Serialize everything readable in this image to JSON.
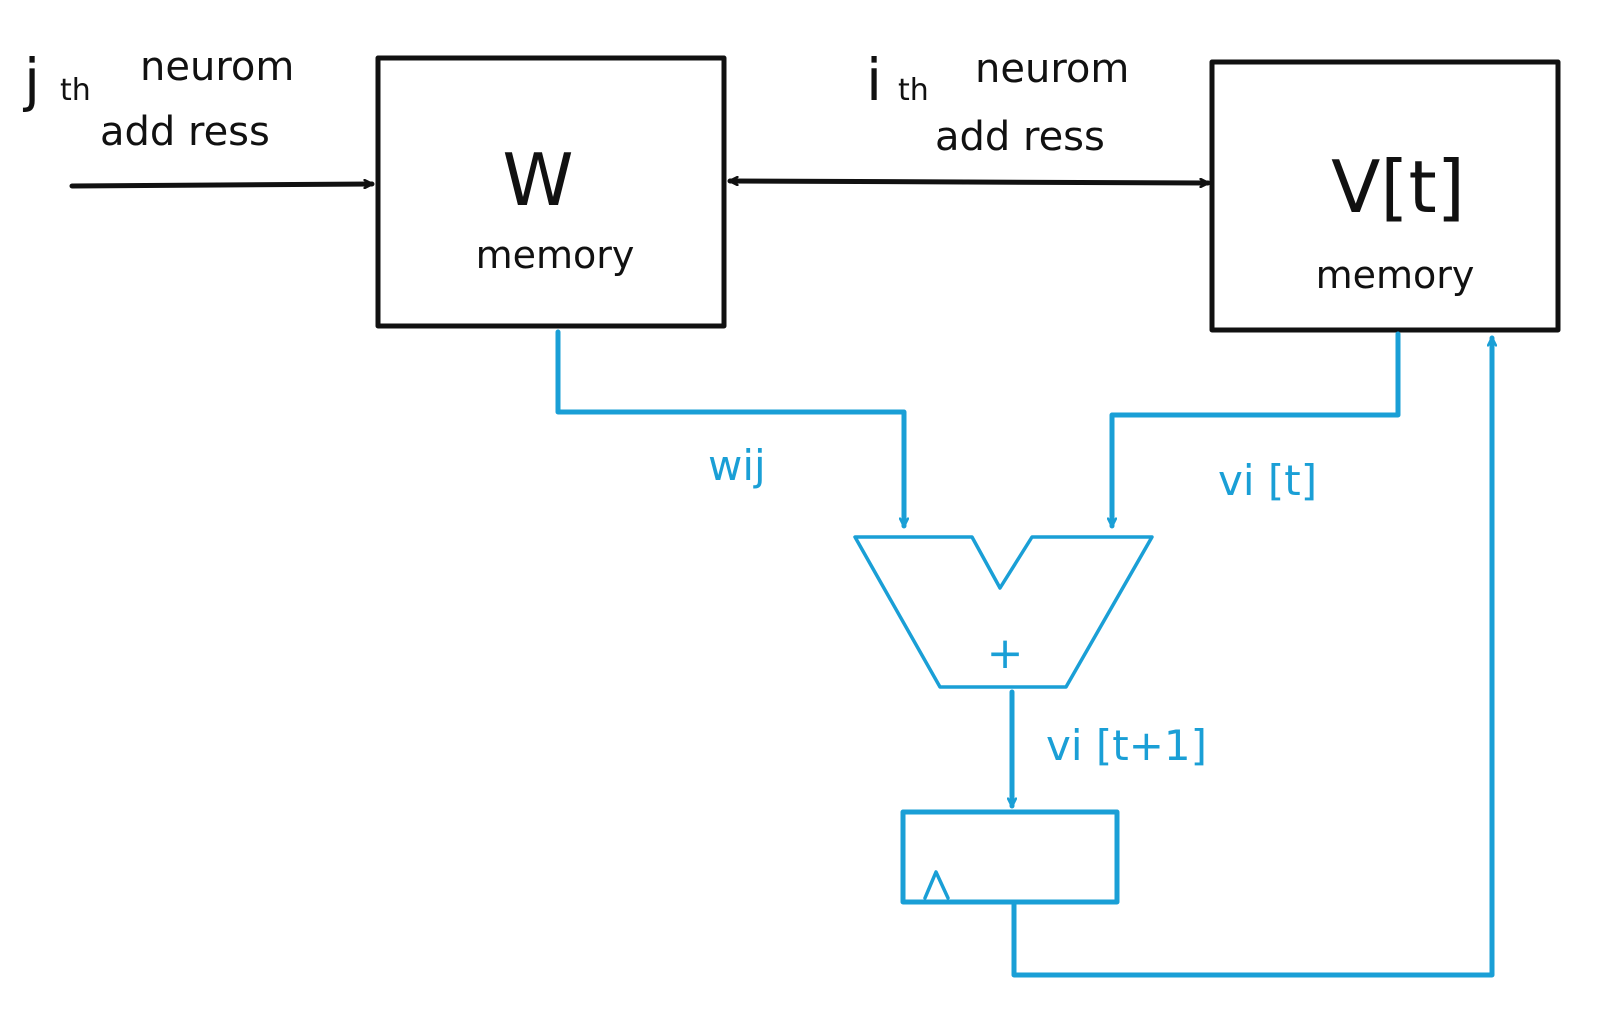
{
  "labels": {
    "j_address_line1_j": "j",
    "j_address_line1_th": "th",
    "j_address_line1_word": "neurom",
    "j_address_line2": "add ress",
    "i_address_line1_i": "i",
    "i_address_line1_th": "th",
    "i_address_line1_word": "neurom",
    "i_address_line2": "add ress",
    "w_memory_title": "W",
    "w_memory_sub": "memory",
    "v_memory_title": "V[t]",
    "v_memory_sub": "memory",
    "wij": "wij",
    "vi_t": "vi [t]",
    "vi_t1": "vi [t+1]",
    "adder_symbol": "+",
    "register_clock": "^"
  },
  "colors": {
    "ink": "#111111",
    "signal": "#1a9fd6"
  }
}
